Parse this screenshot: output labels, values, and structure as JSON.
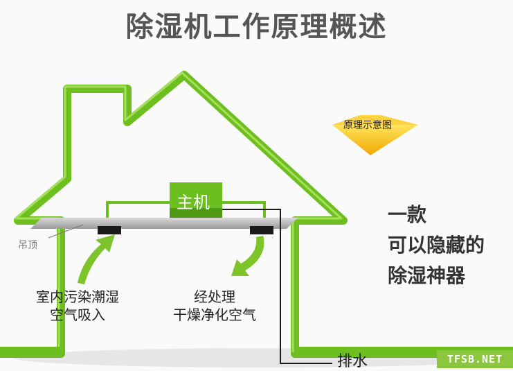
{
  "title": "除湿机工作原理概述",
  "diagram": {
    "badge": "原理示意图",
    "ceiling_label": "吊顶",
    "main_unit_label": "主机",
    "intake_label_line1": "室内污染潮湿",
    "intake_label_line2": "空气吸入",
    "outlet_label_line1": "经处理",
    "outlet_label_line2": "干燥净化空气",
    "drain_label": "排水"
  },
  "tagline": {
    "line1": "一款",
    "line2": "可以隐藏的",
    "line3": "除湿神器"
  },
  "watermark": "TFSB.NET",
  "colors": {
    "house_green": "#6cbf1e",
    "accent_green": "#8cc63f",
    "badge_yellow": "#f5c518"
  }
}
